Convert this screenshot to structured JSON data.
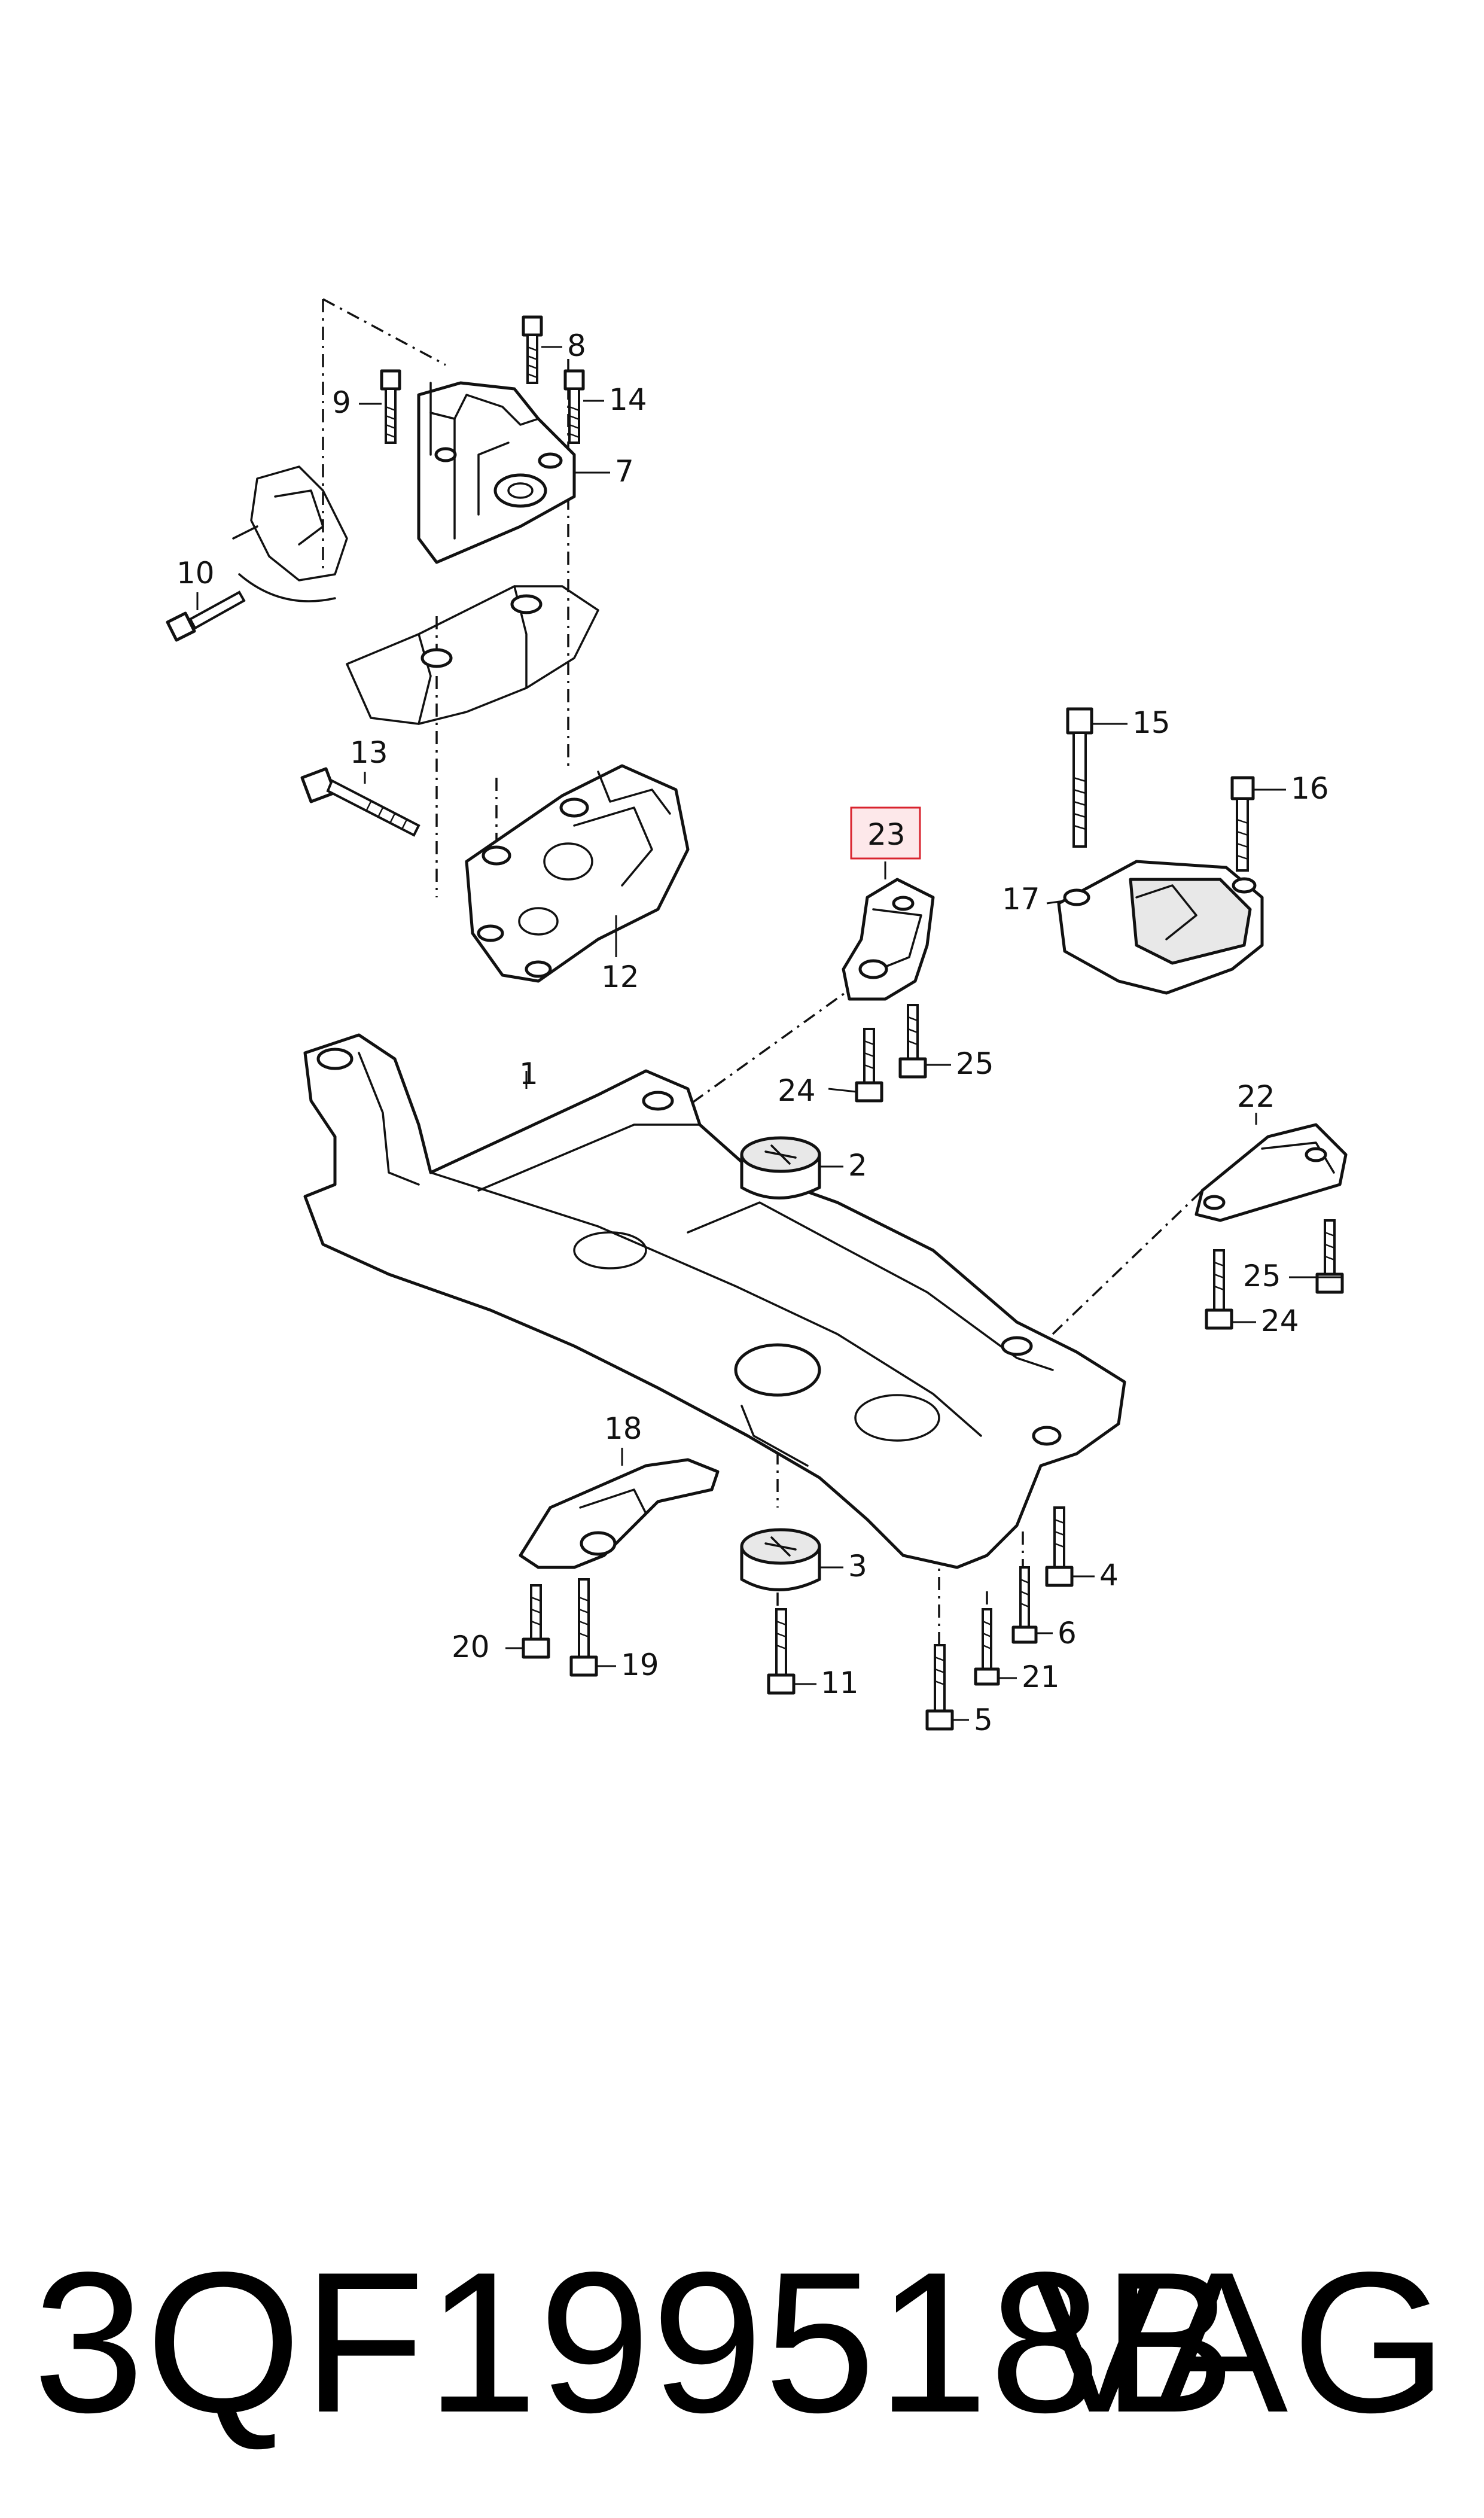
{
  "callouts": {
    "c1": "1",
    "c2": "2",
    "c3": "3",
    "c4": "4",
    "c5": "5",
    "c6": "6",
    "c7": "7",
    "c8": "8",
    "c9": "9",
    "c10": "10",
    "c11": "11",
    "c12": "12",
    "c13": "13",
    "c14": "14",
    "c15": "15",
    "c16": "16",
    "c17": "17",
    "c18": "18",
    "c19": "19",
    "c20": "20",
    "c21": "21",
    "c22": "22",
    "c23": "23",
    "c24a": "24",
    "c24b": "24",
    "c25a": "25",
    "c25b": "25"
  },
  "highlighted_callout": "23",
  "colors": {
    "highlight_fill": "#fde8ea",
    "highlight_border": "#d9232e",
    "ink": "#111111"
  },
  "footer": {
    "part_number": "3QF199518B",
    "brand": "VAG"
  }
}
